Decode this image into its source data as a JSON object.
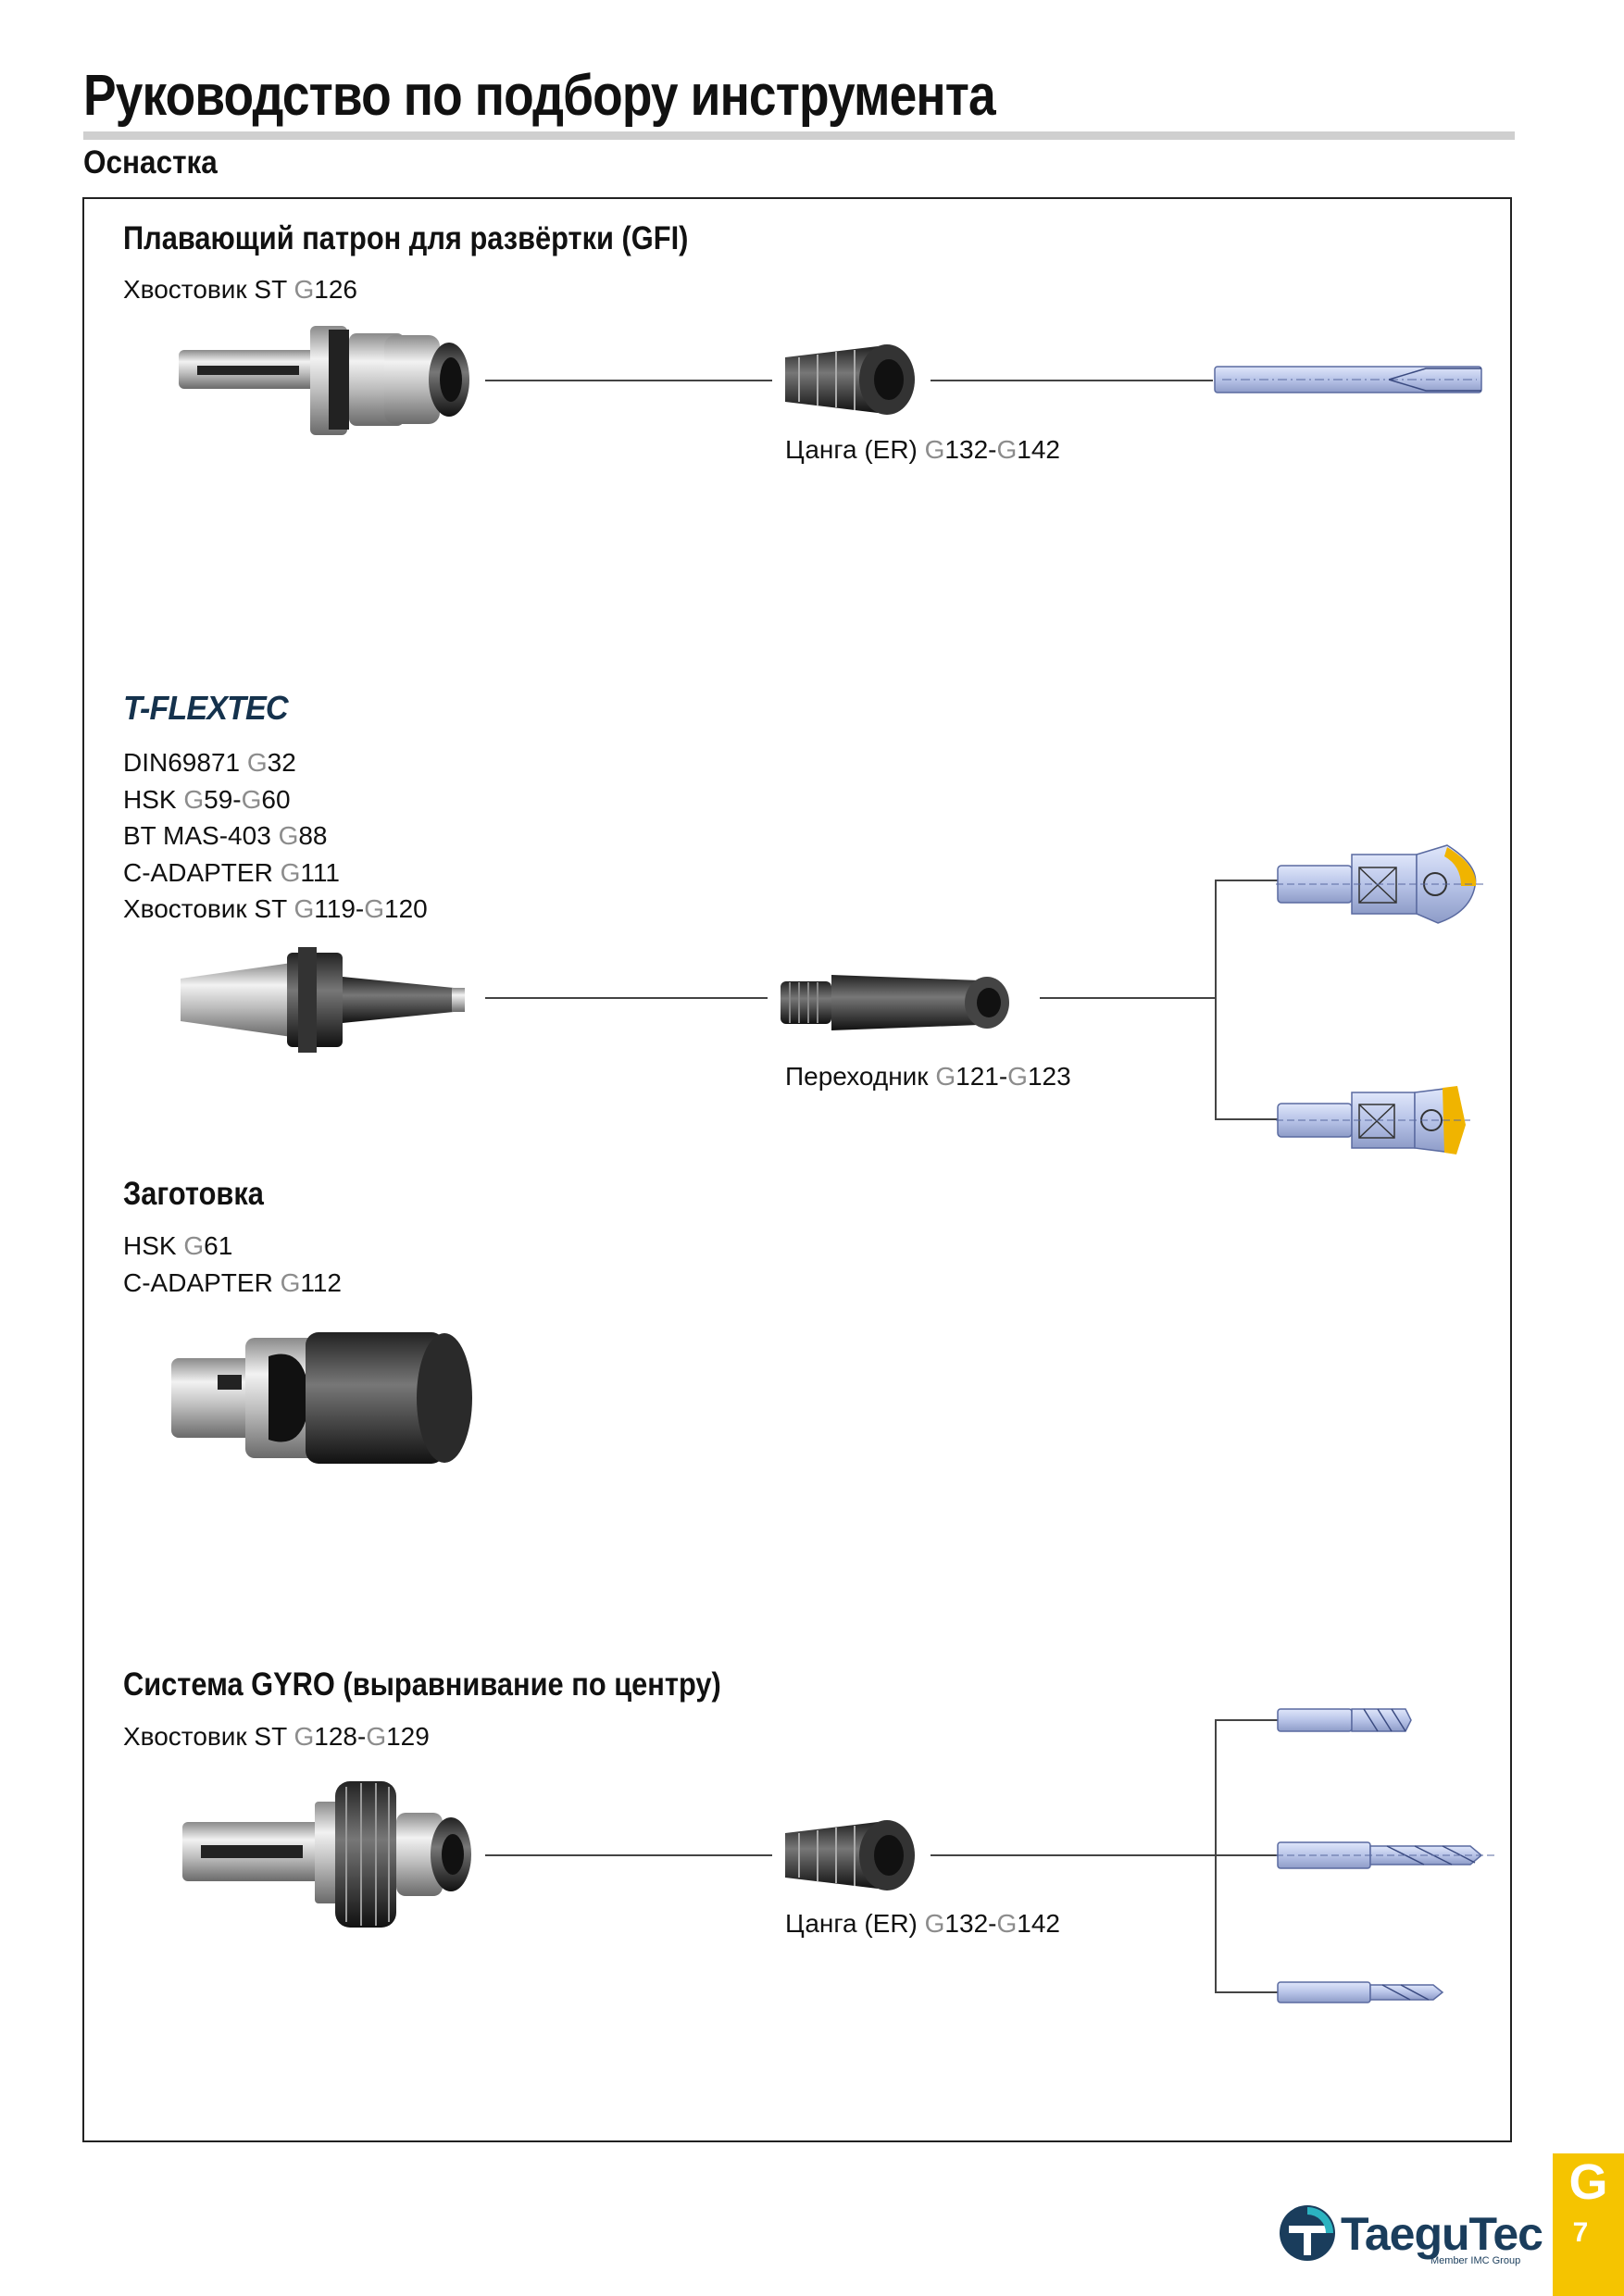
{
  "page": {
    "title": "Руководство по подбору инструмента",
    "subtitle": "Оснастка"
  },
  "sections": {
    "gfi": {
      "title": "Плавающий патрон для развёртки  (GFI)",
      "refs": [
        {
          "text": "Хвостовик ST ",
          "g1": "G",
          "p1": "126"
        }
      ],
      "collet_caption": {
        "text": "Цанга (ER) ",
        "g1": "G",
        "p1": "132-",
        "g2": "G",
        "p2": "142"
      }
    },
    "tflextec": {
      "logo": "T-FLEXTEC",
      "refs": [
        {
          "text": "DIN69871 ",
          "g1": "G",
          "p1": "32"
        },
        {
          "text": "HSK ",
          "g1": "G",
          "p1": "59-",
          "g2": "G",
          "p2": "60"
        },
        {
          "text": "BT MAS-403 ",
          "g1": "G",
          "p1": "88"
        },
        {
          "text": "C-ADAPTER ",
          "g1": "G",
          "p1": "111"
        },
        {
          "text": "Хвостовик ST ",
          "g1": "G",
          "p1": "119-",
          "g2": "G",
          "p2": "120"
        }
      ],
      "adapter_caption": {
        "text": "Переходник ",
        "g1": "G",
        "p1": "121-",
        "g2": "G",
        "p2": "123"
      }
    },
    "blank": {
      "title": "Заготовка",
      "refs": [
        {
          "text": "HSK ",
          "g1": "G",
          "p1": "61"
        },
        {
          "text": "C-ADAPTER ",
          "g1": "G",
          "p1": "112"
        }
      ]
    },
    "gyro": {
      "title": "Система GYRO (выравнивание по центру)",
      "refs": [
        {
          "text": "Хвостовик ST ",
          "g1": "G",
          "p1": "128-",
          "g2": "G",
          "p2": "129"
        }
      ],
      "collet_caption": {
        "text": "Цанга (ER) ",
        "g1": "G",
        "p1": "132-",
        "g2": "G",
        "p2": "142"
      }
    }
  },
  "tab": {
    "letter": "G",
    "page_number": "7"
  },
  "footer": {
    "brand": "TaeguTec",
    "brand_sub": "Member IMC Group"
  },
  "colors": {
    "accent": "#f5c400",
    "reference_gray": "#8c8c8c",
    "tool_blue": "#b8c4e8",
    "brand_navy": "#1a3d5c"
  }
}
